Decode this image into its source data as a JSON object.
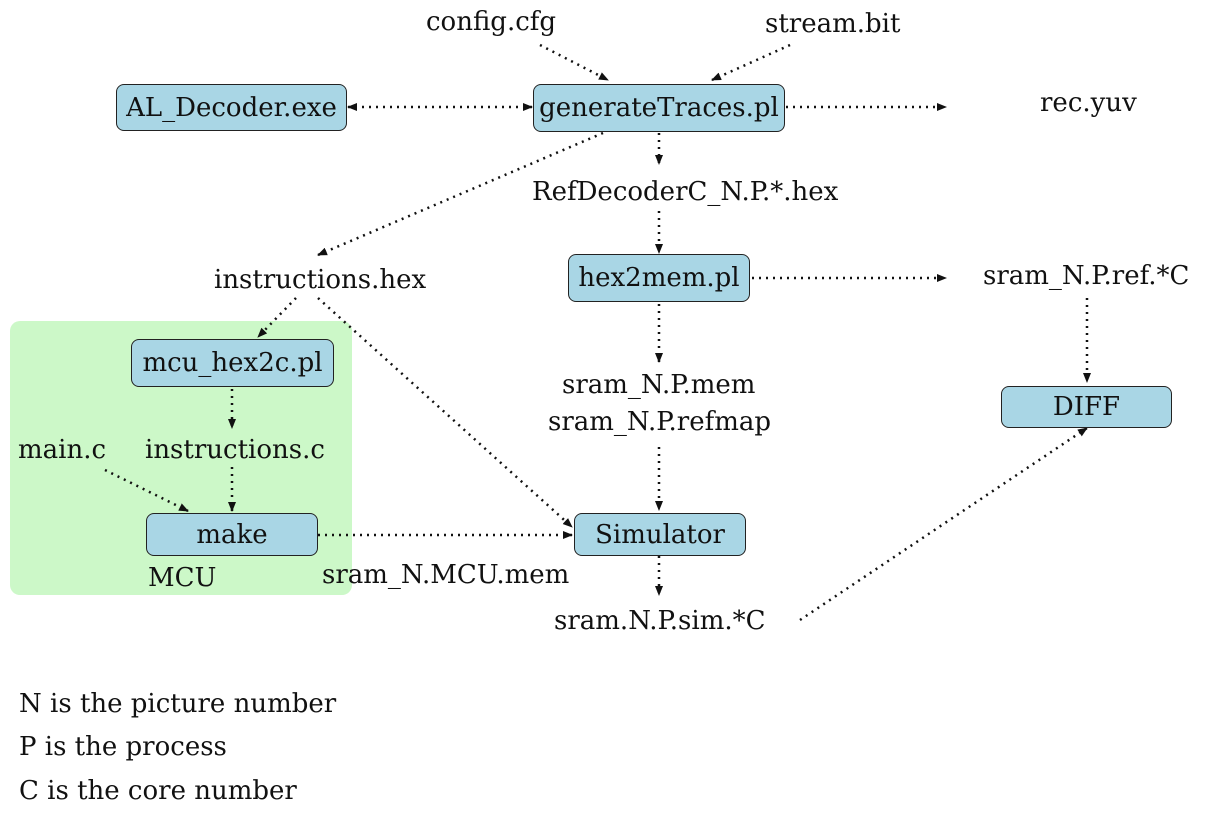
{
  "nodes": {
    "al_decoder": "AL_Decoder.exe",
    "generate_traces": "generateTraces.pl",
    "hex2mem": "hex2mem.pl",
    "mcu_hex2c": "mcu_hex2c.pl",
    "make": "make",
    "simulator": "Simulator",
    "diff": "DIFF"
  },
  "files": {
    "config": "config.cfg",
    "stream": "stream.bit",
    "rec": "rec.yuv",
    "ref_hex": "RefDecoderC_N.P.*.hex",
    "instructions_hex": "instructions.hex",
    "sram_ref": "sram_N.P.ref.*C",
    "sram_mem": "sram_N.P.mem",
    "sram_refmap": "sram_N.P.refmap",
    "main_c": "main.c",
    "instructions_c": "instructions.c",
    "sram_mcu": "sram_N.MCU.mem",
    "sram_sim": "sram.N.P.sim.*C"
  },
  "regions": {
    "mcu_label": "MCU"
  },
  "legend": [
    "N is the picture number",
    "P is the process",
    "C is the core number"
  ],
  "colors": {
    "node_fill": "#a9d6e5",
    "mcu_region_fill": "#ccf8c8",
    "edge": "#111111"
  }
}
